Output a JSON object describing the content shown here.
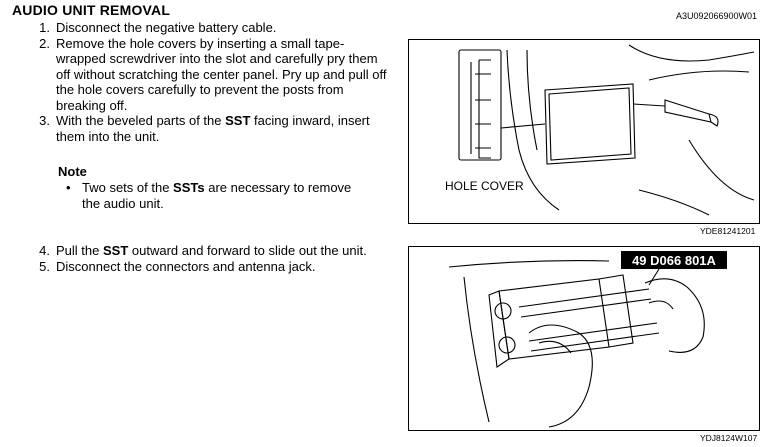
{
  "header": {
    "title": "AUDIO UNIT REMOVAL",
    "doc_id": "A3U092066900W01"
  },
  "steps_a": [
    {
      "num": "1.",
      "parts": [
        {
          "t": "Disconnect the negative battery cable.",
          "b": false
        }
      ]
    },
    {
      "num": "2.",
      "parts": [
        {
          "t": "Remove the hole covers by inserting a small tape-wrapped screwdriver into the slot and carefully pry them off without scratching the center panel. Pry up and pull off the hole covers carefully to prevent the posts from breaking off.",
          "b": false
        }
      ]
    },
    {
      "num": "3.",
      "parts": [
        {
          "t": "With the beveled parts of the ",
          "b": false
        },
        {
          "t": "SST",
          "b": true
        },
        {
          "t": " facing inward, insert them into the unit.",
          "b": false
        }
      ]
    }
  ],
  "note": {
    "label": "Note",
    "bullet": "•",
    "parts": [
      {
        "t": "Two sets of the ",
        "b": false
      },
      {
        "t": "SSTs",
        "b": true
      },
      {
        "t": " are necessary to remove the audio unit.",
        "b": false
      }
    ]
  },
  "steps_b": [
    {
      "num": "4.",
      "parts": [
        {
          "t": "Pull the ",
          "b": false
        },
        {
          "t": "SST",
          "b": true
        },
        {
          "t": " outward and forward to slide out the unit.",
          "b": false
        }
      ]
    },
    {
      "num": "5.",
      "parts": [
        {
          "t": "Disconnect the connectors and antenna jack.",
          "b": false
        }
      ]
    }
  ],
  "figure1": {
    "label": "HOLE COVER",
    "caption": "YDE81241201"
  },
  "figure2": {
    "tool_label": "49 D066 801A",
    "caption": "YDJ8124W107"
  }
}
